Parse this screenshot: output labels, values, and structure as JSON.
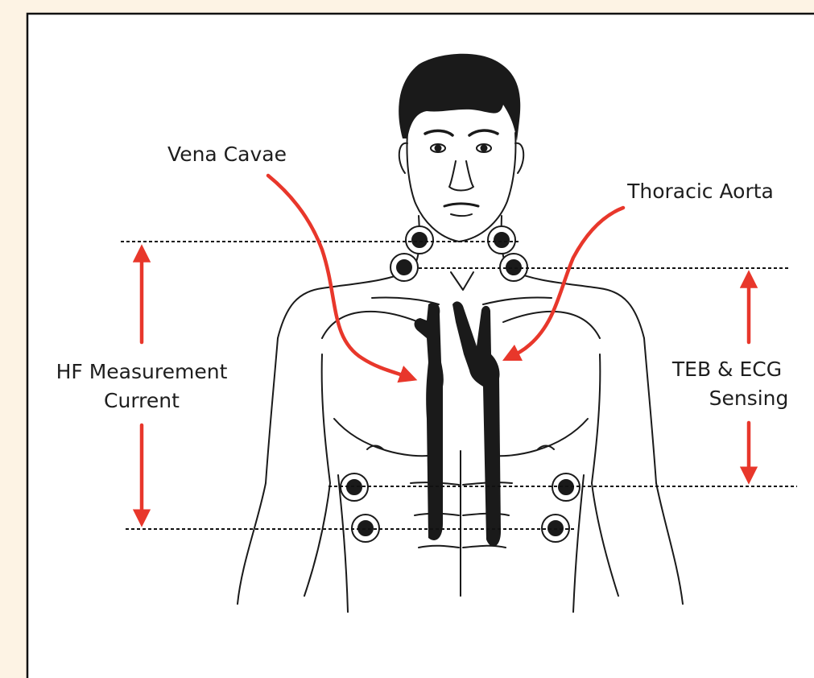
{
  "labels": {
    "vena_cavae": "Vena Cavae",
    "thoracic_aorta": "Thoracic Aorta",
    "hf_line1": "HF Measurement",
    "hf_line2": "Current",
    "teb_line1": "TEB & ECG",
    "teb_line2": "Sensing"
  },
  "colors": {
    "background": "#fdf3e4",
    "panel": "#ffffff",
    "frame": "#111111",
    "arrow": "#e8372b",
    "ink": "#1a1a1a"
  }
}
